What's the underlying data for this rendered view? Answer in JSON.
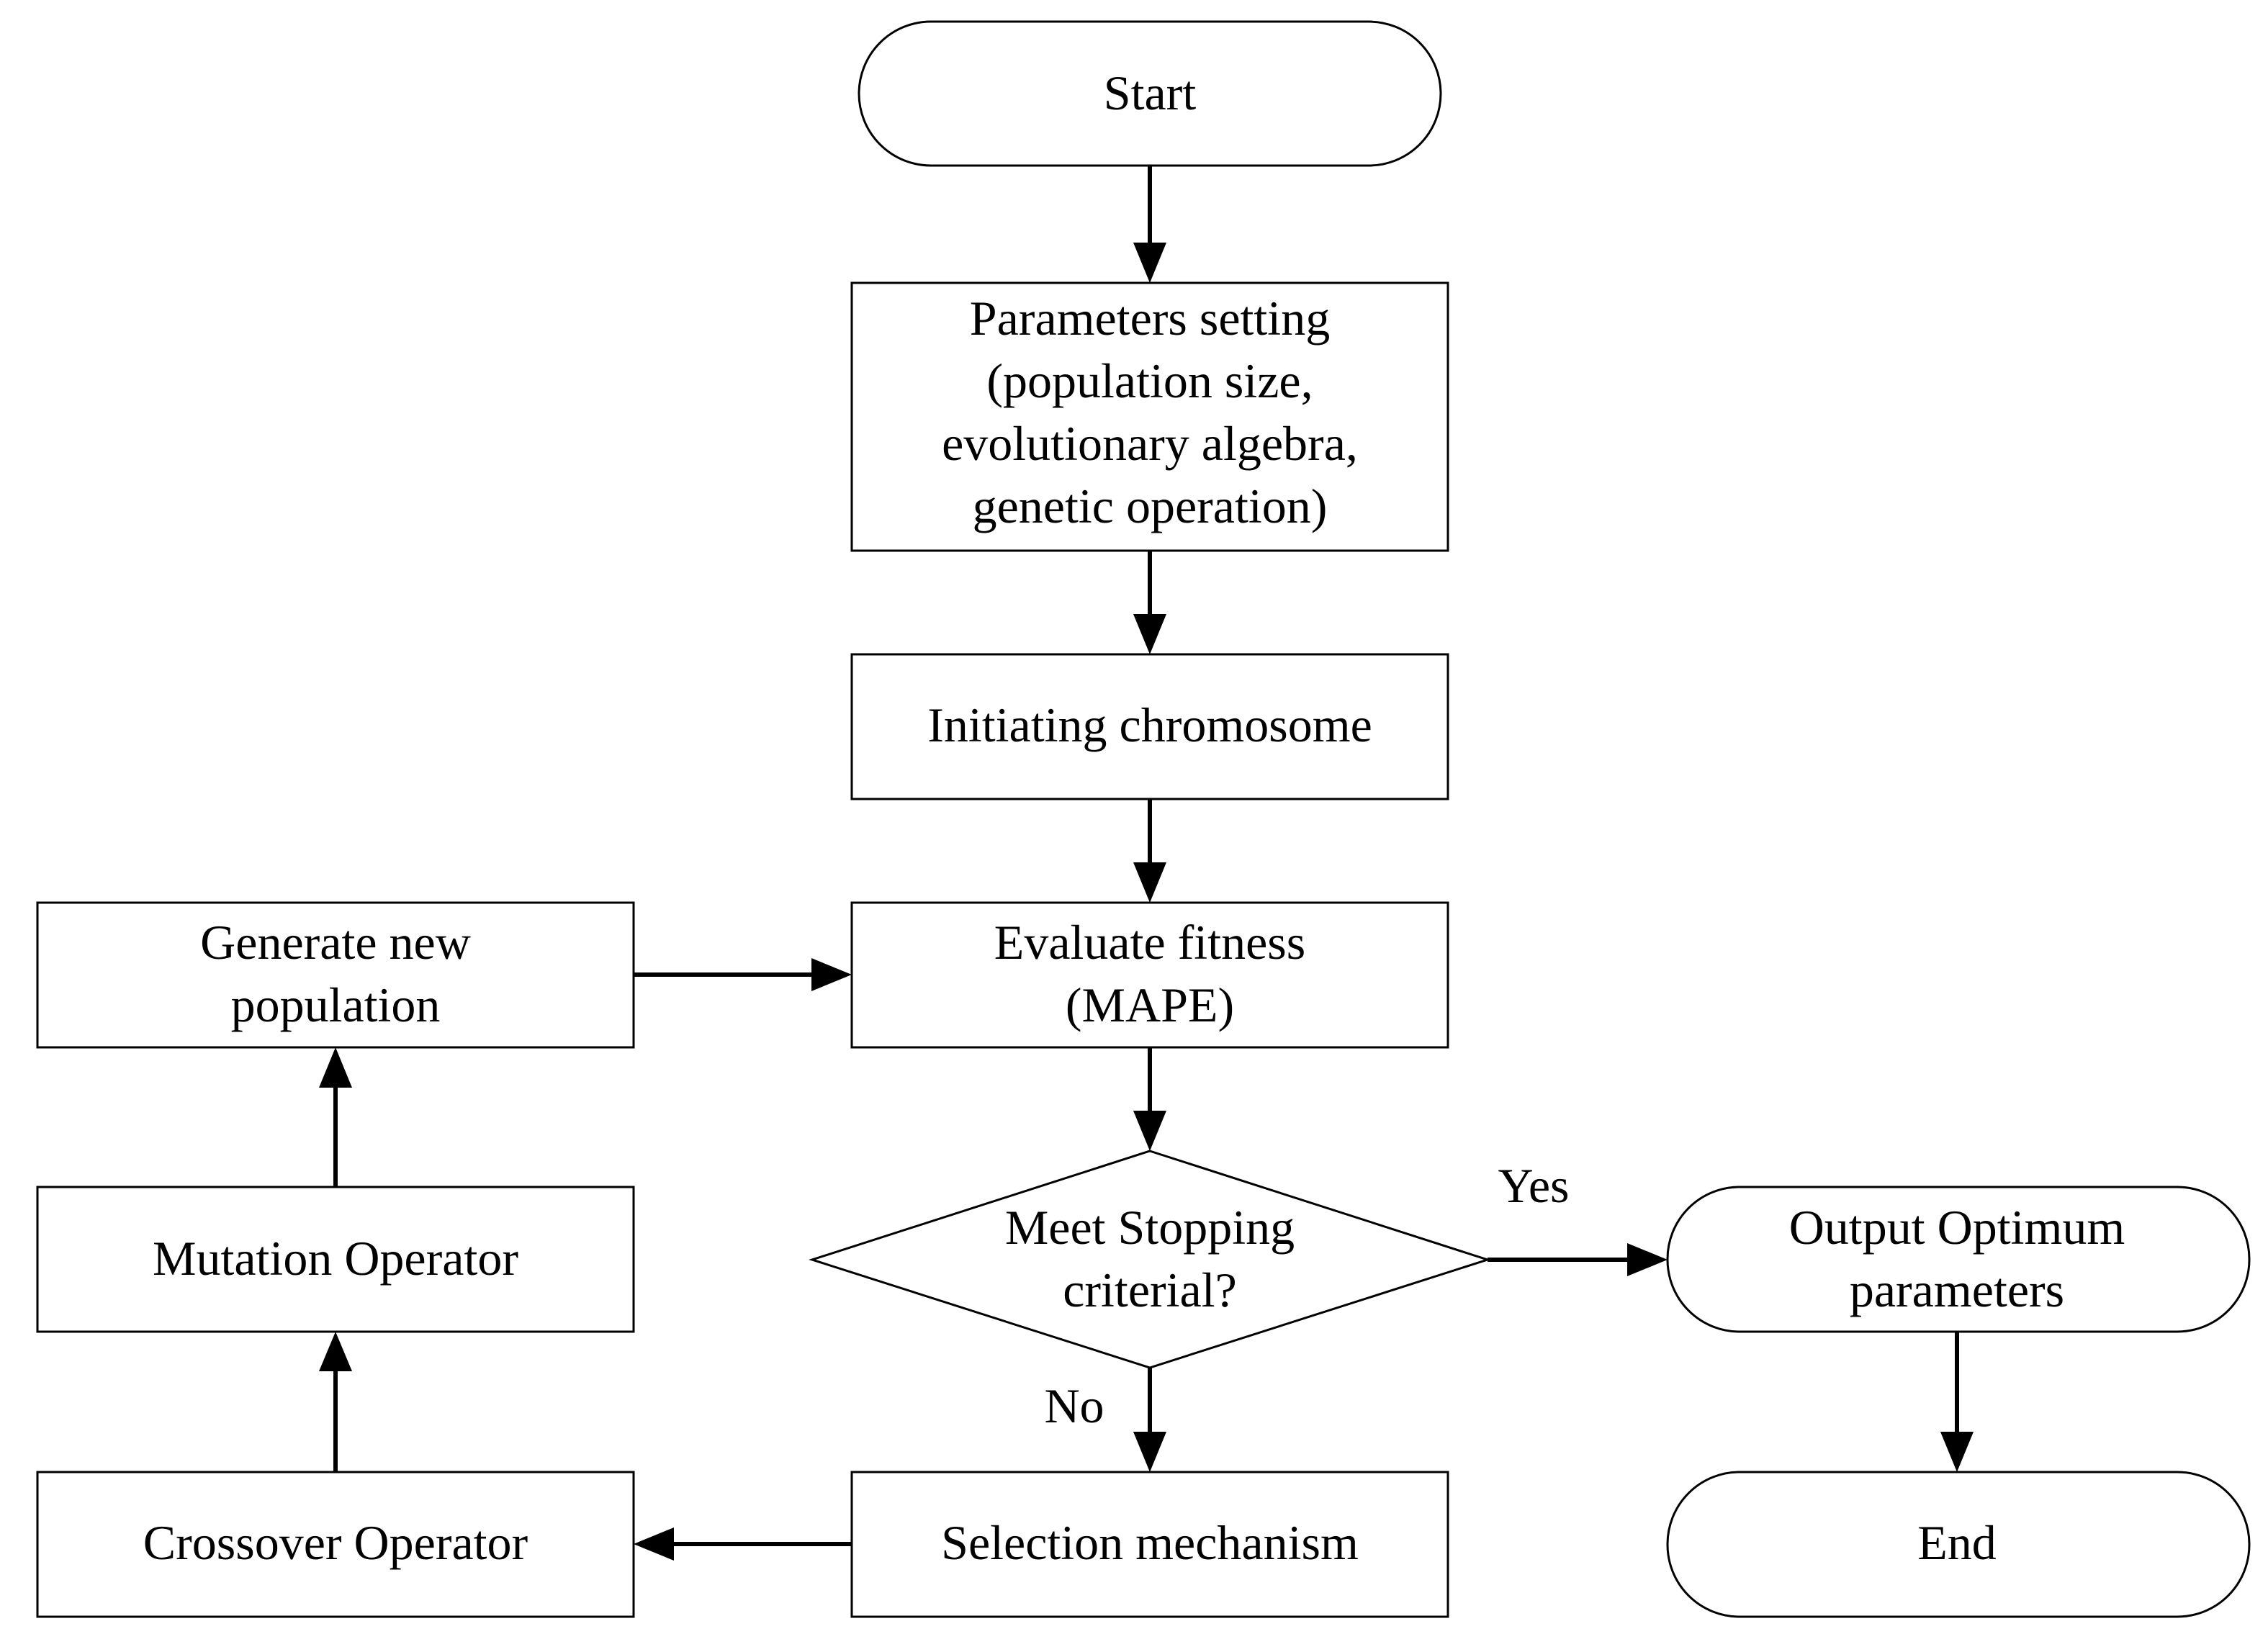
{
  "nodes": {
    "start": "Start",
    "params": [
      "Parameters setting",
      "(population size,",
      "evolutionary algebra,",
      "genetic operation)"
    ],
    "init": "Initiating chromosome",
    "evaluate": [
      "Evaluate fitness",
      "(MAPE)"
    ],
    "decision": [
      "Meet Stopping",
      "criterial?"
    ],
    "selection": "Selection mechanism",
    "crossover": "Crossover Operator",
    "mutation": "Mutation Operator",
    "generate": [
      "Generate new",
      "population"
    ],
    "output": [
      "Output Optimum",
      "parameters"
    ],
    "end": "End"
  },
  "edge_labels": {
    "yes": "Yes",
    "no": "No"
  }
}
